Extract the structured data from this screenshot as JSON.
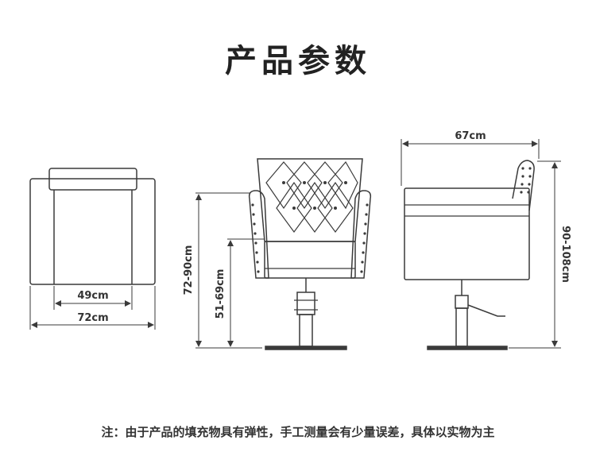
{
  "title": "产品参数",
  "dimensions": {
    "seat_width": "49cm",
    "total_width": "72cm",
    "seat_height": "51-69cm",
    "total_height": "72-90cm",
    "depth": "67cm",
    "back_height": "90-108cm"
  },
  "note": "注：由于产品的填充物具有弹性，手工测量会有少量误差，具体以实物为主",
  "colors": {
    "line": "#3a3a3a",
    "text": "#2a2a2a",
    "background": "#ffffff"
  }
}
